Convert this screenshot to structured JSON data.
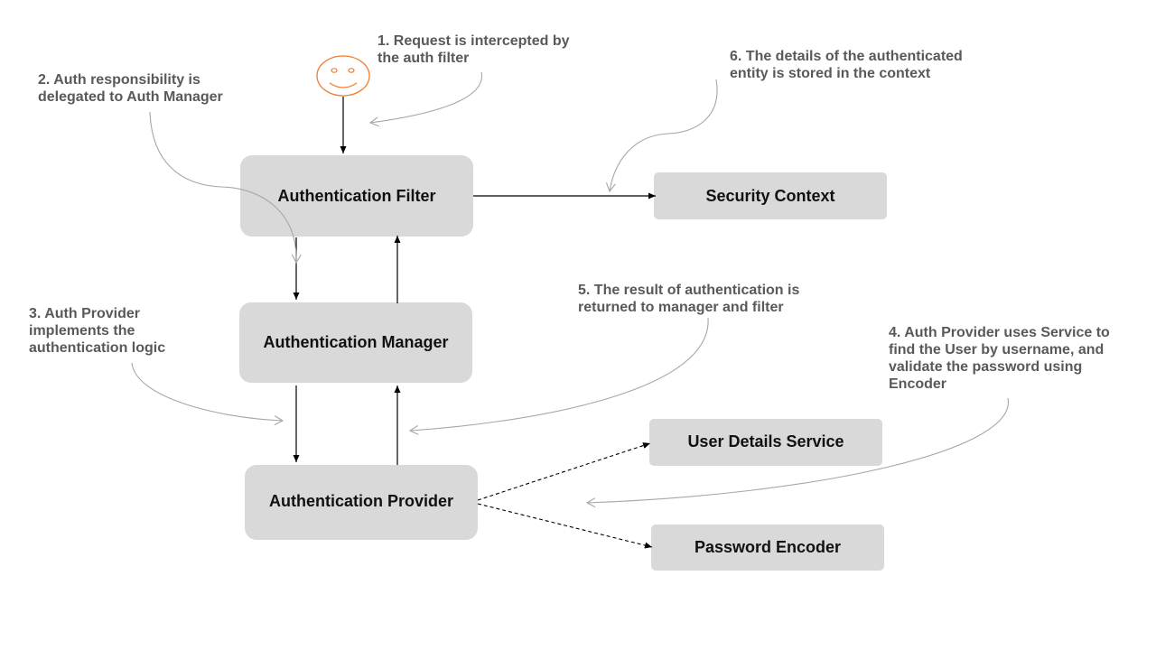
{
  "nodes": {
    "filter": "Authentication  Filter",
    "manager": "Authentication  Manager",
    "provider": "Authentication  Provider",
    "context": "Security Context",
    "user_details": "User Details Service",
    "encoder": "Password Encoder"
  },
  "notes": {
    "n1": [
      "1. Request is intercepted by",
      "the auth filter"
    ],
    "n2": [
      "2. Auth responsibility is",
      "delegated to Auth Manager"
    ],
    "n3": [
      "3. Auth Provider",
      "implements the",
      "authentication logic"
    ],
    "n4": [
      "4. Auth Provider uses Service to",
      "find the User by username, and",
      "validate the password using",
      "Encoder"
    ],
    "n5": [
      "5. The result of authentication is",
      "returned to manager and filter"
    ],
    "n6": [
      "6. The details of the authenticated",
      "entity is stored in the context"
    ]
  },
  "colors": {
    "box_fill": "#d9d9d9",
    "note_text": "#595959",
    "annotation_curve": "#a6a6a6",
    "actor": "#ed7d31"
  }
}
